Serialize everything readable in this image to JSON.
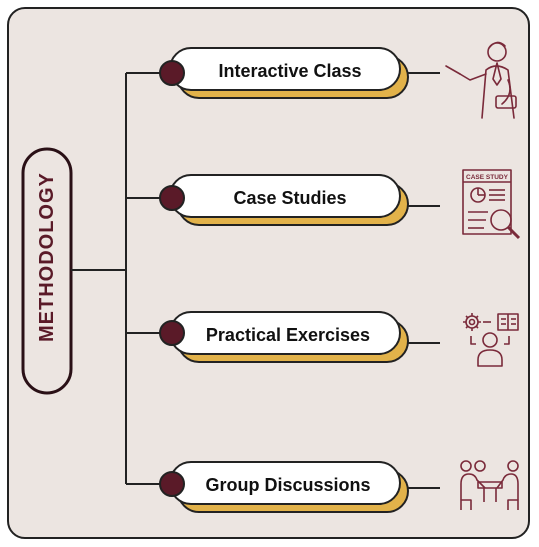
{
  "diagram": {
    "root_label": "METHODOLOGY",
    "items": [
      {
        "label": "Interactive Class",
        "icon": "teacher-pointer-icon"
      },
      {
        "label": "Case Studies",
        "icon": "case-study-document-icon",
        "icon_text": "CASE STUDY"
      },
      {
        "label": "Practical Exercises",
        "icon": "person-gear-book-icon"
      },
      {
        "label": "Group Discussions",
        "icon": "group-meeting-icon"
      }
    ]
  },
  "colors": {
    "panel_background": "#ece5e1",
    "accent_maroon": "#5a1a28",
    "accent_gold": "#e2b24a",
    "line_dark": "#222222",
    "icon_maroon": "#7a2a3a"
  }
}
